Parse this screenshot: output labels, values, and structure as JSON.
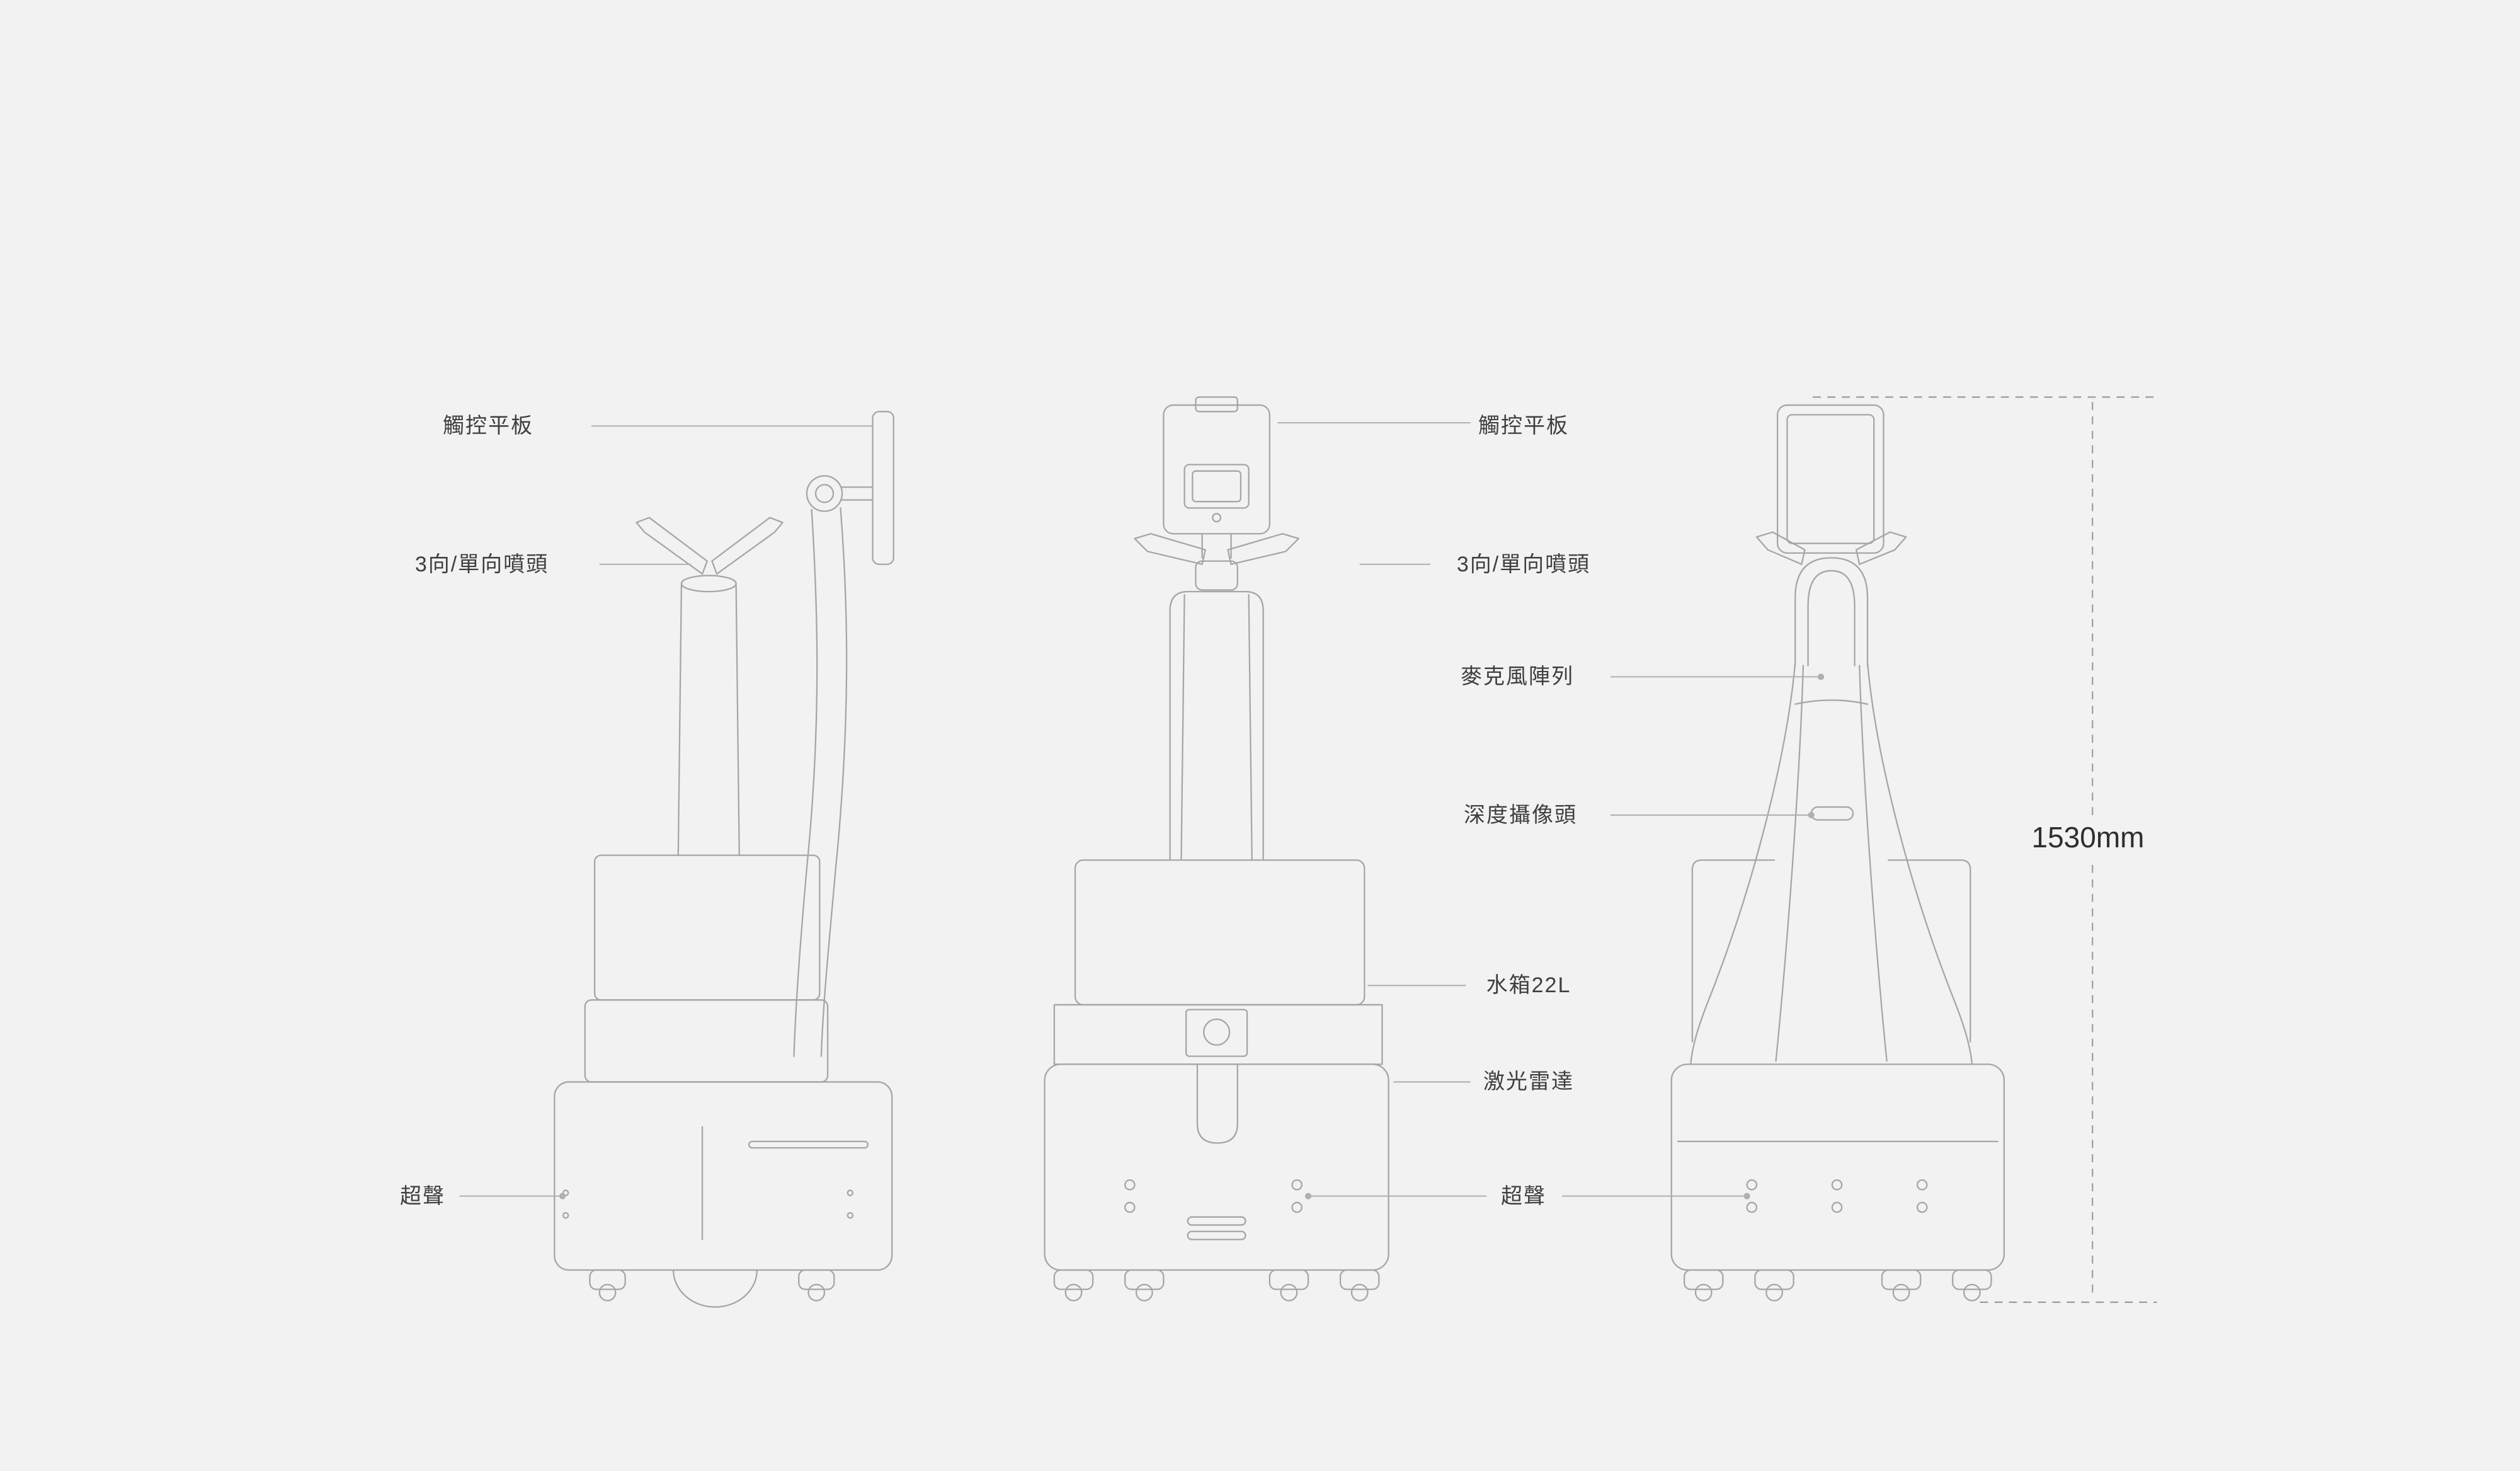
{
  "style": {
    "bg": "#f2f2f2",
    "line": "#a6a6a6",
    "leader": "#b0b0b0",
    "text": "#3f3f3f",
    "dim-text": "#2e2e2e"
  },
  "diagram": {
    "views": [
      {
        "id": "side-view",
        "description": "robot side view line drawing"
      },
      {
        "id": "front-view",
        "description": "robot front view line drawing"
      },
      {
        "id": "back-view",
        "description": "robot back view line drawing"
      }
    ]
  },
  "annotations": {
    "left": [
      {
        "id": "touch-panel",
        "text": "觸控平板"
      },
      {
        "id": "spray-nozzle",
        "text": "3向/單向噴頭"
      },
      {
        "id": "ultrasonic",
        "text": "超聲"
      }
    ],
    "middle": [
      {
        "id": "touch-panel",
        "text": "觸控平板"
      },
      {
        "id": "spray-nozzle",
        "text": "3向/單向噴頭"
      },
      {
        "id": "microphone-array",
        "text": "麥克風陣列"
      },
      {
        "id": "depth-camera",
        "text": "深度攝像頭"
      },
      {
        "id": "water-tank-22l",
        "text": "水箱22L"
      },
      {
        "id": "lidar",
        "text": "激光雷達"
      },
      {
        "id": "ultrasonic",
        "text": "超聲"
      }
    ],
    "dimension": {
      "id": "overall-height",
      "text": "1530mm"
    }
  }
}
